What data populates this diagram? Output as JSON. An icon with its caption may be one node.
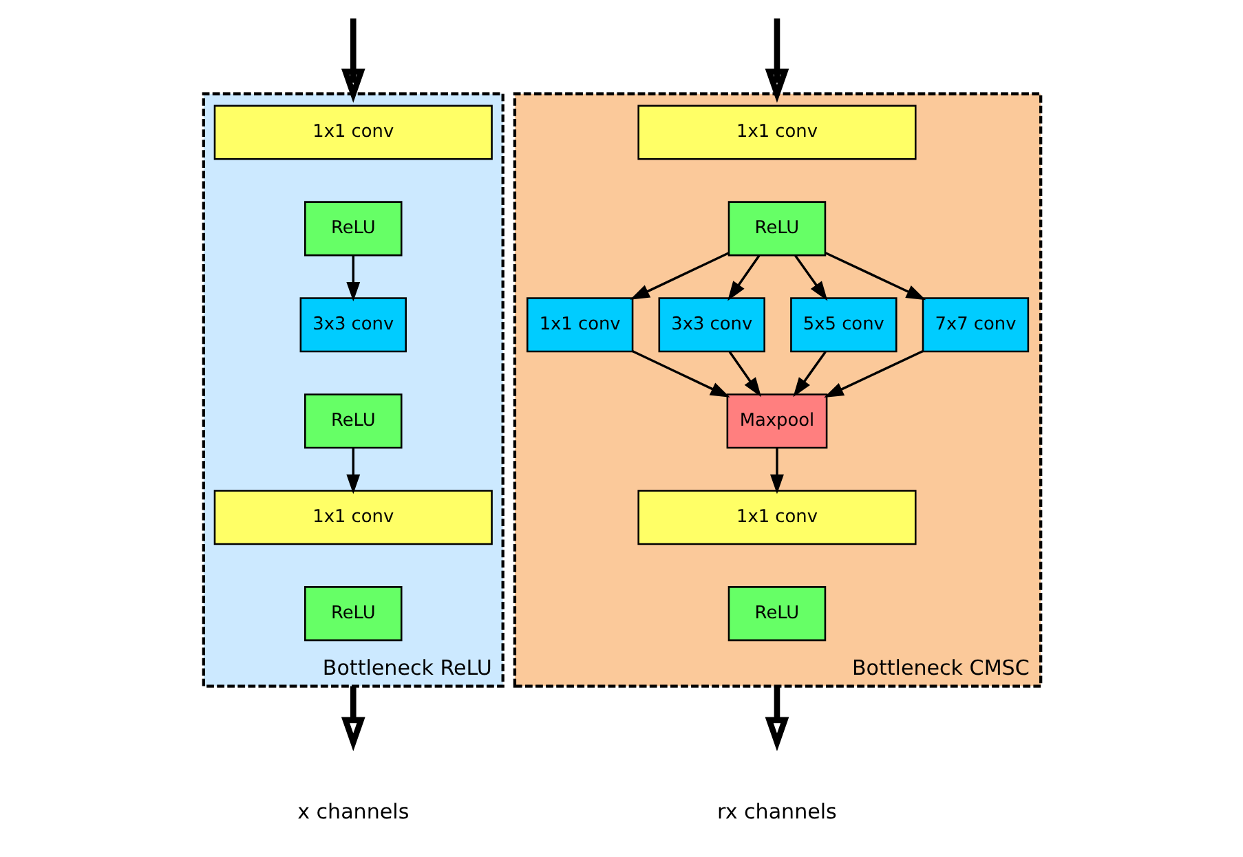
{
  "diagram": {
    "nodes": [
      {
        "text": [
          "Bottleneck ReLU"
        ]
      },
      {
        "text": [
          "1x1 conv"
        ],
        "in": 0
      },
      {
        "text": [
          "ReLU"
        ],
        "in": 0
      },
      {
        "text": [
          "3x3 conv"
        ],
        "in": 0
      },
      {
        "text": [
          "ReLU"
        ],
        "in": 0
      },
      {
        "text": [
          "1x1 conv"
        ],
        "in": 0
      },
      {
        "text": [
          "ReLU"
        ],
        "in": 0
      },
      {
        "text": [
          "Bottleneck CMSC"
        ]
      },
      {
        "text": [
          "1x1 conv"
        ],
        "in": 7
      },
      {
        "text": [
          "ReLU"
        ],
        "in": 7
      },
      {
        "text": [
          "1x1 conv"
        ],
        "in": 7
      },
      {
        "text": [
          "3x3 conv"
        ],
        "in": 7
      },
      {
        "text": [
          "5x5 conv"
        ],
        "in": 7
      },
      {
        "text": [
          "7x7 conv"
        ],
        "in": 7
      },
      {
        "text": [
          "Maxpool"
        ],
        "in": 7
      },
      {
        "text": [
          "1x1 conv"
        ],
        "in": 7
      },
      {
        "text": [
          "ReLU"
        ],
        "in": 7
      }
    ],
    "edges": [
      {
        "from": null,
        "to": 0,
        "arrow": "to",
        "style": "thick"
      },
      {
        "from": 2,
        "to": 3,
        "arrow": "to"
      },
      {
        "from": 4,
        "to": 5,
        "arrow": "to"
      },
      {
        "from": 0,
        "to": null,
        "arrow": "to",
        "style": "thick"
      },
      {
        "from": null,
        "to": 7,
        "arrow": "to",
        "style": "thick"
      },
      {
        "from": 9,
        "to": 10,
        "arrow": "to"
      },
      {
        "from": 9,
        "to": 11,
        "arrow": "to"
      },
      {
        "from": 9,
        "to": 12,
        "arrow": "to"
      },
      {
        "from": 9,
        "to": 13,
        "arrow": "to"
      },
      {
        "from": 10,
        "to": 14,
        "arrow": "to"
      },
      {
        "from": 11,
        "to": 14,
        "arrow": "to"
      },
      {
        "from": 12,
        "to": 14,
        "arrow": "to"
      },
      {
        "from": 13,
        "to": 14,
        "arrow": "to"
      },
      {
        "from": 14,
        "to": 15,
        "arrow": "to"
      },
      {
        "from": 7,
        "to": null,
        "arrow": "to",
        "style": "thick"
      }
    ],
    "labels": [
      "x channels",
      "rx channels"
    ]
  }
}
